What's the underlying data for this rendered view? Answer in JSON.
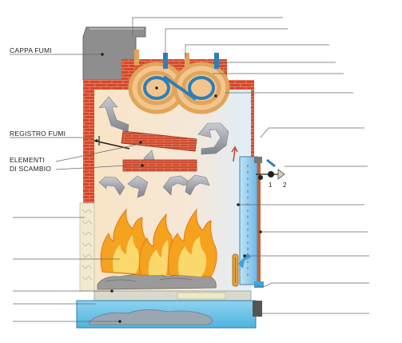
{
  "labels": {
    "cappa_fumi": "CAPPA FUMI",
    "registro_fumi": "REGISTRO FUMI",
    "elementi_line1": "ELEMENTI",
    "elementi_line2": "DI SCAMBIO"
  },
  "valve_numbers": [
    "1",
    "2"
  ],
  "colors": {
    "brick": "#d5482e",
    "mortar": "#e98d6e",
    "chamber": "#f7e2c8",
    "flame_outer": "#f5a21f",
    "flame_inner": "#fbd86c",
    "water": "#5fc0e6",
    "hood": "#8e8e8e",
    "arrow_grey": "#9a9ea6",
    "copper": "#e0a55a",
    "pipe_blue": "#2d7fb8",
    "callout_line": "#666666"
  },
  "icons": [
    "flame-icon",
    "airflow-arrow-icon",
    "valve-icon",
    "thermometer-icon"
  ]
}
